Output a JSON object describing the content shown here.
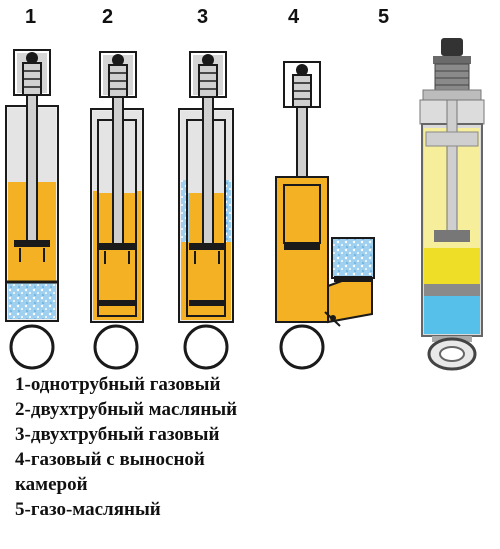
{
  "labels": [
    "1",
    "2",
    "3",
    "4",
    "5"
  ],
  "legend": [
    "1-однотрубный газовый",
    "2-двухтрубный масляный",
    "3-двухтрубный газовый",
    "4-газовый с выносной",
    "камерой",
    "5-газо-масляный"
  ],
  "colors": {
    "oil": "#f4b123",
    "gas": "#9fd0f0",
    "body": "#e4e4e4",
    "outline": "#1a1a1a",
    "photo_oil": "#f6ee9a",
    "photo_band": "#eede28",
    "photo_gas": "#56c0ea"
  }
}
